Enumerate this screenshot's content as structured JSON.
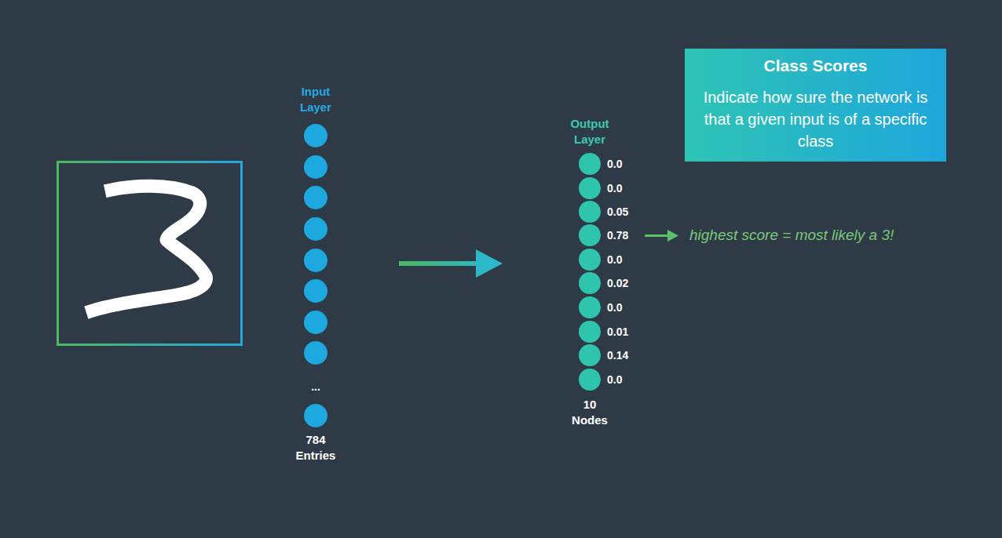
{
  "diagram": {
    "nodes": [
      {
        "text": [
          "Class Scores",
          "Indicate how sure the network is that a given input is of a specific class"
        ]
      }
    ],
    "labels": [
      "Input Layer",
      "...",
      "784 Entries",
      "Output Layer",
      "0.0",
      "0.0",
      "0.05",
      "0.78",
      "0.0",
      "0.02",
      "0.0",
      "0.01",
      "0.14",
      "0.0",
      "10 Nodes",
      "highest score = most likely a 3!"
    ]
  }
}
